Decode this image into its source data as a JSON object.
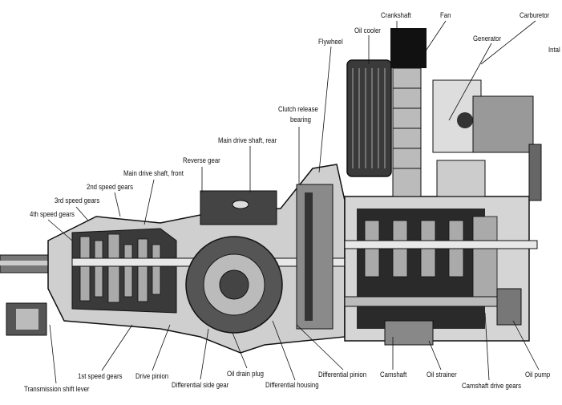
{
  "labels": {
    "crankshaft": "Crankshaft",
    "fan": "Fan",
    "carburetor": "Carburetor",
    "oil_cooler": "Oil cooler",
    "generator": "Generator",
    "intake": "Intal",
    "flywheel": "Flywheel",
    "clutch_release_bearing_1": "Clutch release",
    "clutch_release_bearing_2": "bearing",
    "main_drive_shaft_rear": "Main drive shaft, rear",
    "reverse_gear": "Reverse gear",
    "main_drive_shaft_front": "Main drive shaft, front",
    "second_speed_gears": "2nd speed gears",
    "third_speed_gears": "3rd speed gears",
    "fourth_speed_gears": "4th speed gears",
    "first_speed_gears": "1st speed gears",
    "drive_pinion": "Drive pinion",
    "oil_drain_plug": "Oil drain plug",
    "differential_side_gear": "Differential side gear",
    "differential_housing": "Differential housing",
    "differential_pinion": "Differential pinion",
    "camshaft": "Camshaft",
    "oil_strainer": "Oil strainer",
    "camshaft_drive_gears": "Camshaft drive gears",
    "oil_pump": "Oil pump",
    "transmission_shift_lever": "Transmission shift lever"
  },
  "colors": {
    "ink": "#111111",
    "metal": "#9a9a9a",
    "dark": "#2a2a2a",
    "light": "#d8d8d8"
  }
}
